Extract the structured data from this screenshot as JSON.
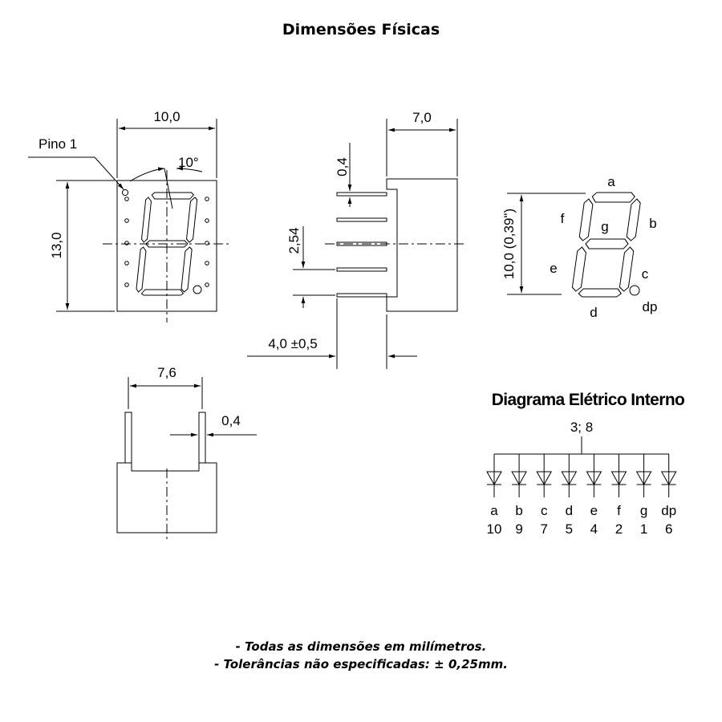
{
  "title": "Dimensões Físicas",
  "front_view": {
    "width_label": "10,0",
    "height_label": "13,0",
    "pin1_label": "Pino 1",
    "slant_label": "10°"
  },
  "side_view": {
    "depth_label": "7,0",
    "pin_width_label": "0,4",
    "pitch_label": "2,54",
    "pin_length_label": "4,0 ±0,5"
  },
  "bottom_view": {
    "pin_spacing_label": "7,6",
    "pin_width_label": "0,4"
  },
  "segment_view": {
    "char_height_label": "10,0 (0,39\")",
    "segments": {
      "a": "a",
      "b": "b",
      "c": "c",
      "d": "d",
      "e": "e",
      "f": "f",
      "g": "g",
      "dp": "dp"
    }
  },
  "internal_diagram": {
    "title": "Diagrama Elétrico Interno",
    "common_pins_label": "3; 8",
    "segments": [
      "a",
      "b",
      "c",
      "d",
      "e",
      "f",
      "g",
      "dp"
    ],
    "pins": [
      "10",
      "9",
      "7",
      "5",
      "4",
      "2",
      "1",
      "6"
    ]
  },
  "notes": [
    "- Todas as dimensões em milímetros.",
    "- Tolerâncias não especificadas: ± 0,25mm."
  ]
}
